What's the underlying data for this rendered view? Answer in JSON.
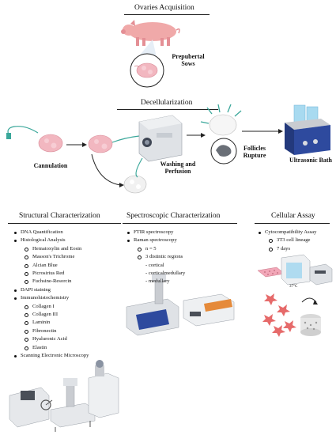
{
  "sections": {
    "ovaries": {
      "title": "Ovaries Acquisition",
      "label": "Prepubertal Sows"
    },
    "decell": {
      "title": "Decellularization",
      "cannulation": "Cannulation",
      "washing": "Washing and Perfusion",
      "follicles": "Follicles Rupture",
      "bath": "Ultrasonic Bath"
    },
    "structural": {
      "title": "Structural Characterization",
      "items": [
        {
          "level": 1,
          "text": "DNA Quantification"
        },
        {
          "level": 1,
          "text": "Histological Analysis"
        },
        {
          "level": 2,
          "text": "Hematoxylin and Eosin"
        },
        {
          "level": 2,
          "text": "Masson's Trichrome"
        },
        {
          "level": 2,
          "text": "Alcian Blue"
        },
        {
          "level": 2,
          "text": "Picrosirius Red"
        },
        {
          "level": 2,
          "text": "Fuchsine-Resorcin"
        },
        {
          "level": 1,
          "text": "DAPI staining"
        },
        {
          "level": 1,
          "text": "Immunohistochemistry"
        },
        {
          "level": 2,
          "text": "Collagen I"
        },
        {
          "level": 2,
          "text": "Collagen III"
        },
        {
          "level": 2,
          "text": "Laminin"
        },
        {
          "level": 2,
          "text": "Fibronectin"
        },
        {
          "level": 2,
          "text": "Hyaluronic Acid"
        },
        {
          "level": 2,
          "text": "Elastin"
        },
        {
          "level": 1,
          "text": "Scanning Electronic Microscopy"
        }
      ]
    },
    "spectroscopic": {
      "title": "Spectroscopic Characterization",
      "items": [
        {
          "level": 1,
          "text": "FTIR spectroscopy"
        },
        {
          "level": 1,
          "text": "Raman spectroscopy"
        },
        {
          "level": 2,
          "text": "n = 5"
        },
        {
          "level": 2,
          "text": "3 distintic regions"
        },
        {
          "level": 3,
          "text": "- cortical"
        },
        {
          "level": 3,
          "text": "- corticalmedullary"
        },
        {
          "level": 3,
          "text": "- medullary"
        }
      ]
    },
    "cellular": {
      "title": "Cellular Assay",
      "items": [
        {
          "level": 1,
          "text": "Cytocompatibility Assay"
        },
        {
          "level": 2,
          "text": "3T3 cell lineage"
        },
        {
          "level": 2,
          "text": "7 days"
        }
      ],
      "incubator_label": "37°C"
    }
  },
  "colors": {
    "ovary": "#f2b7c0",
    "pig": "#f0a9a9",
    "device": "#dfe2e6",
    "bath": "#2e4a9e",
    "liquid": "#9fd6ef",
    "tube": "#3aa79a"
  }
}
